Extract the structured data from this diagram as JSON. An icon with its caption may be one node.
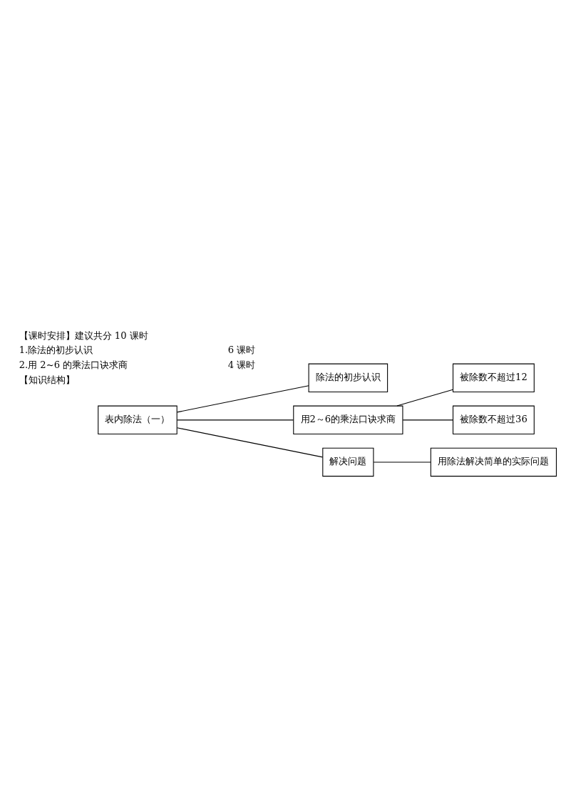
{
  "diagram": {
    "nodes": [
      {
        "text": [
          "表内除法（一）"
        ]
      },
      {
        "text": [
          "除法的初步认识"
        ]
      },
      {
        "text": [
          "用2～6的乘法口诀求商"
        ]
      },
      {
        "text": [
          "被除数不超过12"
        ]
      },
      {
        "text": [
          "被除数不超过36"
        ]
      },
      {
        "text": [
          "解决问题"
        ]
      },
      {
        "text": [
          "用除法解决简单的实际问题"
        ]
      }
    ],
    "edges": [
      {
        "from": 0,
        "to": 1,
        "arrow": "none"
      },
      {
        "from": 0,
        "to": 2,
        "arrow": "none"
      },
      {
        "from": 0,
        "to": 5,
        "arrow": "none"
      },
      {
        "from": 2,
        "to": 3,
        "arrow": "none"
      },
      {
        "from": 2,
        "to": 4,
        "arrow": "none"
      },
      {
        "from": 5,
        "to": 6,
        "arrow": "none"
      }
    ],
    "labels": [
      "【课时安排】建议共分 10 课时",
      "1.除法的初步认识",
      "6 课时",
      "2.用 2~6 的乘法口诀求商",
      "4 课时",
      "【知识结构】"
    ]
  }
}
